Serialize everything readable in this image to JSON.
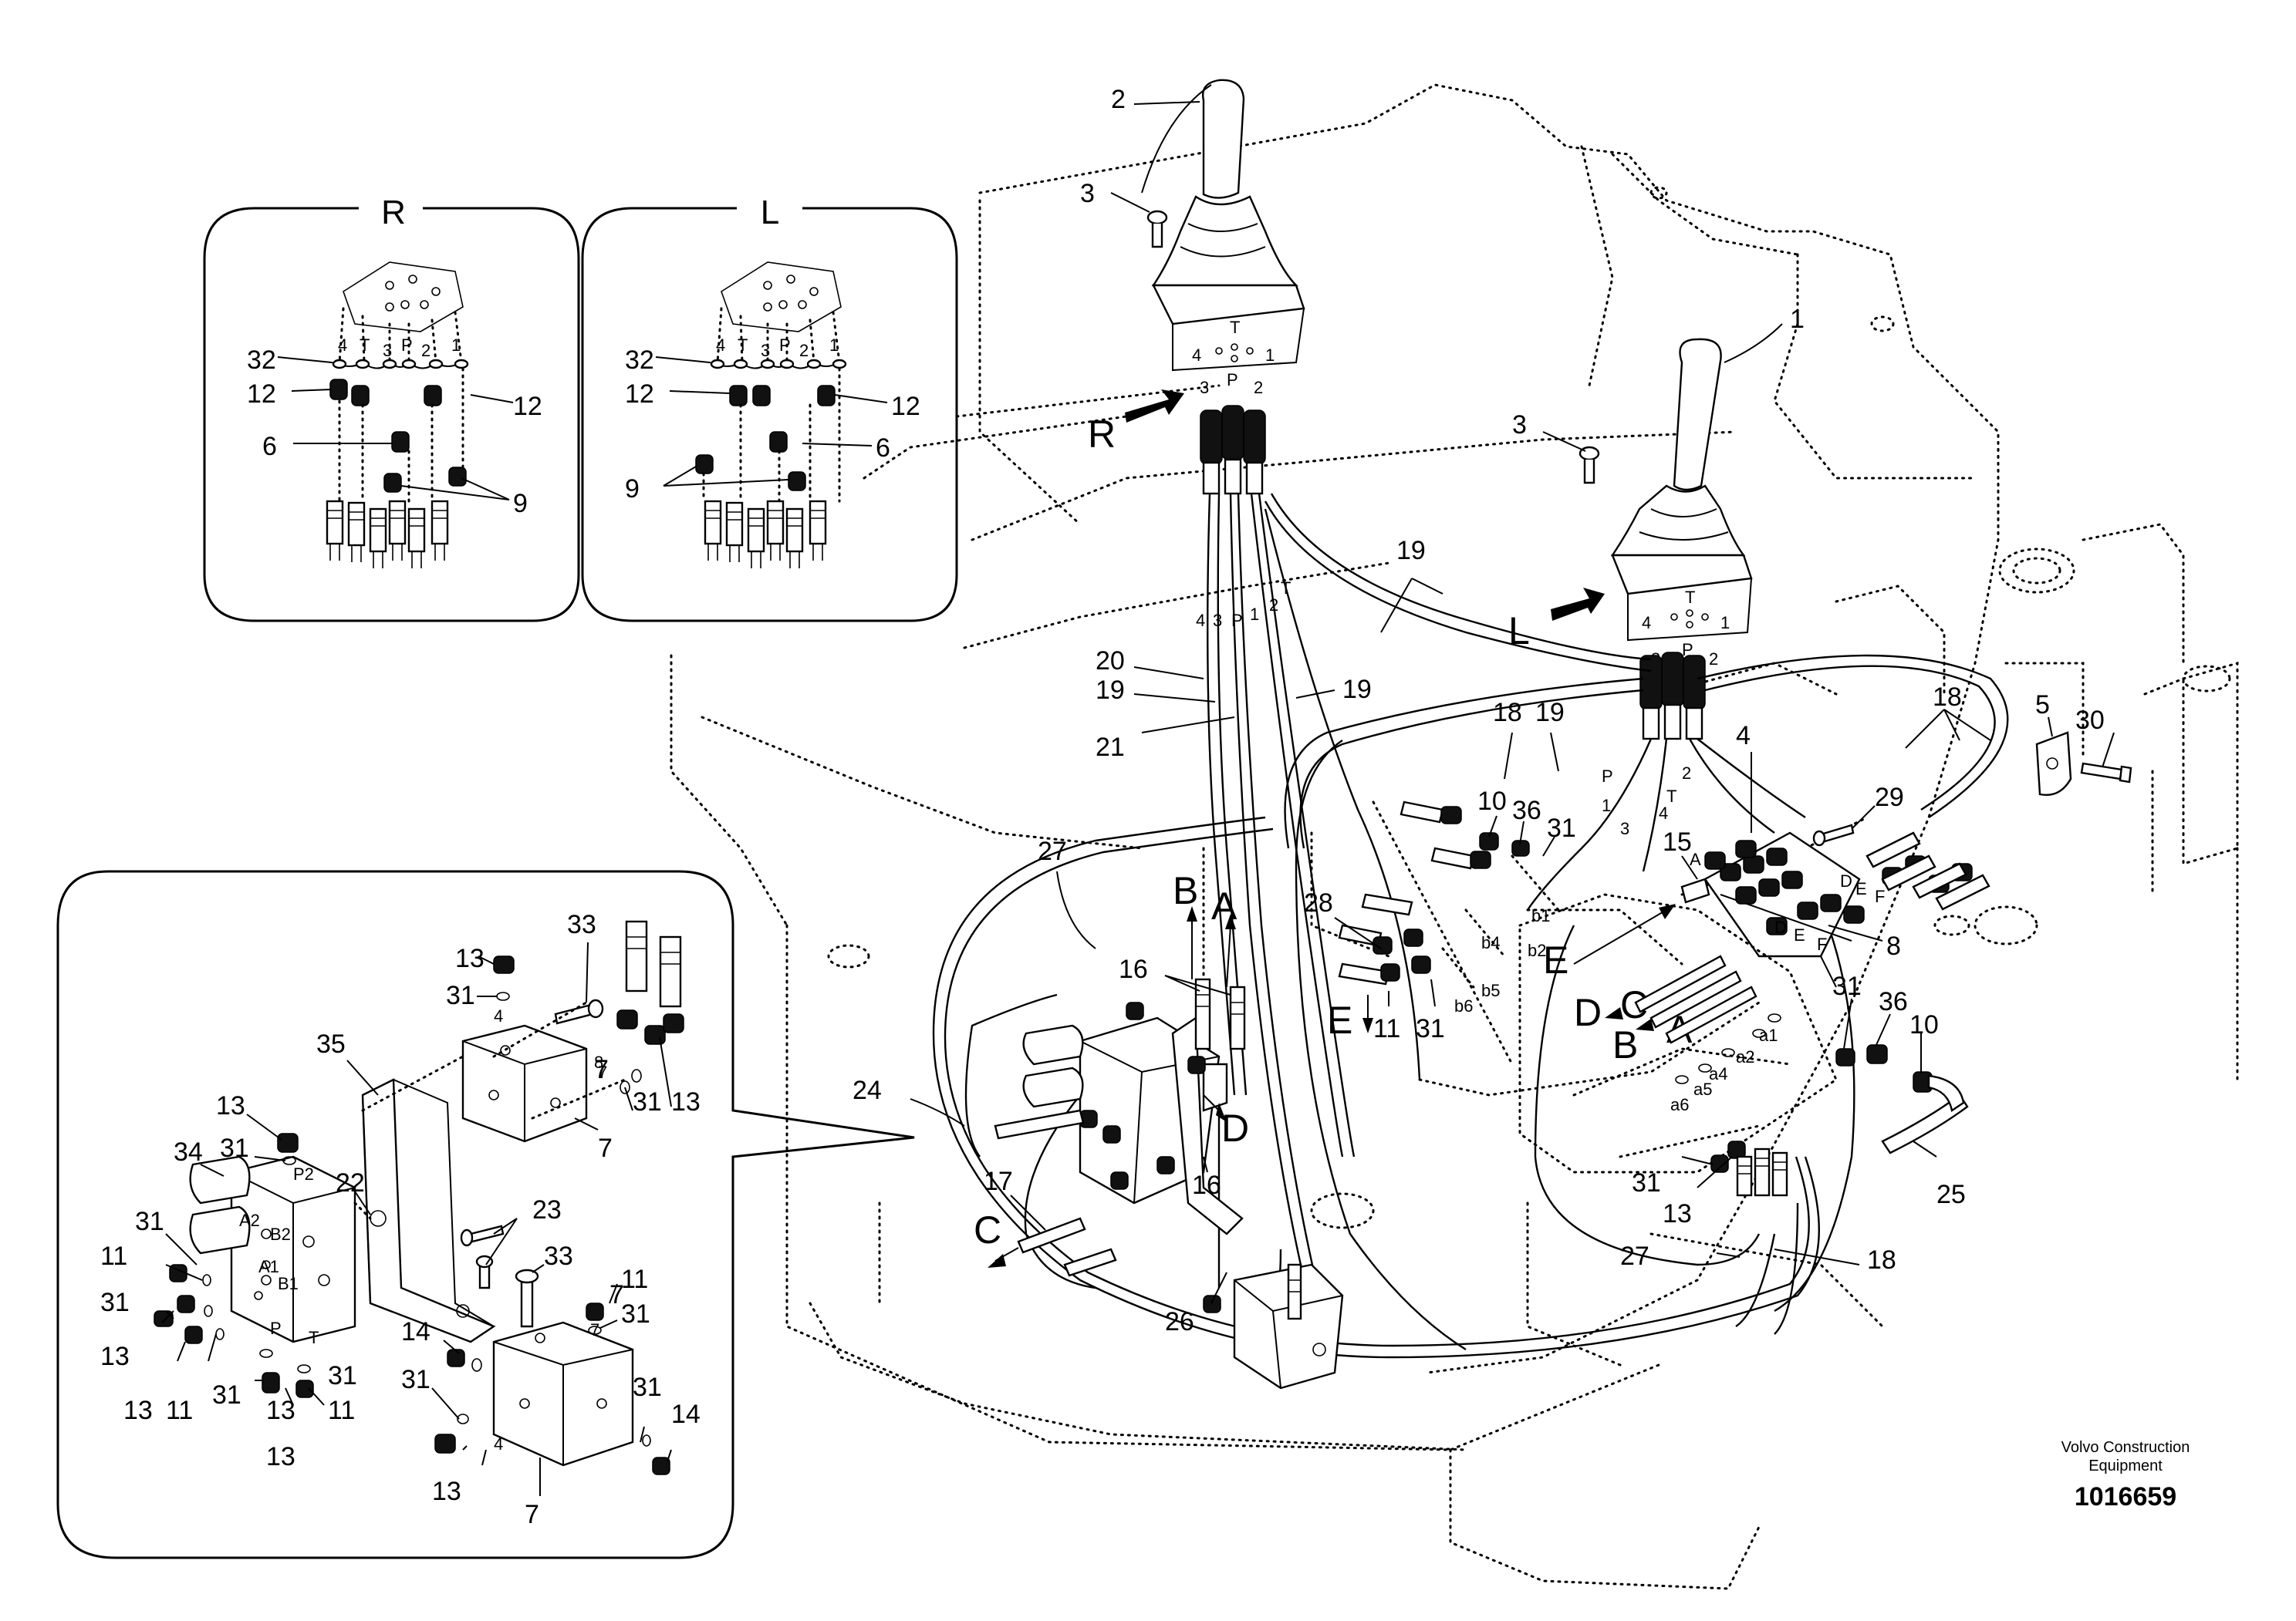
{
  "inset_right": {
    "title": "R",
    "callouts": [
      "32",
      "12",
      "12",
      "6",
      "9"
    ],
    "ports": [
      "4",
      "T",
      "3",
      "P",
      "2",
      "1"
    ]
  },
  "inset_left": {
    "title": "L",
    "callouts": [
      "32",
      "12",
      "12",
      "6",
      "9"
    ],
    "ports": [
      "4",
      "T",
      "3",
      "P",
      "2",
      "1"
    ]
  },
  "main": {
    "view_arrows": [
      "R",
      "L"
    ],
    "joystick_right_ports": [
      "4",
      "T",
      "1",
      "3",
      "P",
      "2"
    ],
    "joystick_left_ports": [
      "4",
      "T",
      "1",
      "3",
      "P",
      "2"
    ],
    "hose_port_labels": [
      "4",
      "3",
      "P",
      "1",
      "2",
      "T",
      "P",
      "1",
      "2",
      "T",
      "3",
      "4"
    ],
    "callouts": [
      "2",
      "3",
      "1",
      "3",
      "19",
      "20",
      "19",
      "19",
      "21",
      "18",
      "19",
      "18",
      "5",
      "30",
      "4",
      "29",
      "10",
      "36",
      "31",
      "15",
      "27",
      "28",
      "8",
      "16",
      "16",
      "24",
      "17",
      "26",
      "11",
      "31",
      "31",
      "36",
      "10",
      "25",
      "31",
      "13",
      "27",
      "18"
    ],
    "flow_letters": [
      "B",
      "A",
      "E",
      "E",
      "D",
      "C",
      "A",
      "B",
      "C",
      "D"
    ],
    "valve_ports": [
      "A",
      "D",
      "E",
      "F",
      "D",
      "E",
      "F",
      "b1",
      "b2",
      "b4",
      "b5",
      "b6",
      "a1",
      "a2",
      "a4",
      "a5",
      "a6"
    ]
  },
  "detail": {
    "callouts": [
      "13",
      "31",
      "33",
      "35",
      "34",
      "13",
      "31",
      "22",
      "31",
      "11",
      "31",
      "13",
      "11",
      "31",
      "13",
      "23",
      "33",
      "11",
      "31",
      "14",
      "31",
      "13",
      "7",
      "7",
      "31",
      "13",
      "31",
      "11",
      "13",
      "31",
      "14",
      "7",
      "13",
      "7"
    ],
    "port_labels": [
      "4",
      "8",
      "P2",
      "A2",
      "B2",
      "A1",
      "B1",
      "P",
      "T",
      "4",
      "7",
      "7"
    ]
  },
  "footer": {
    "company": "Volvo Construction",
    "company2": "Equipment",
    "drawing_number": "1016659"
  }
}
